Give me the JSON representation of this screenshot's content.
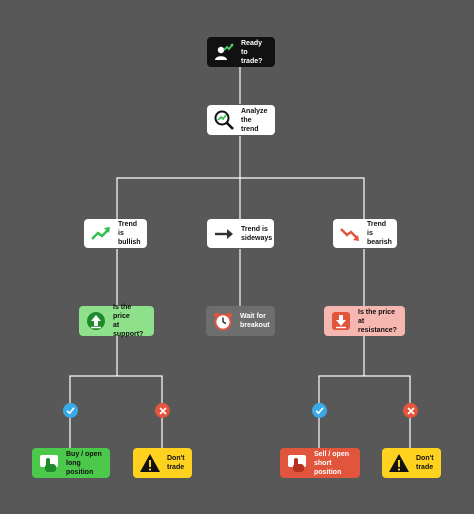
{
  "colors": {
    "background": "#585858",
    "connector": "#ffffff",
    "start_node": "#111111",
    "support_node": "#8fe08a",
    "resistance_node": "#f6b7b0",
    "wait_node": "#6e6e6e",
    "buy_node": "#4cc94a",
    "sell_node": "#e2553d",
    "dont_trade_node": "#ffd21f",
    "yes_marker": "#3aa9e8",
    "no_marker": "#e2553d"
  },
  "nodes": {
    "start": {
      "label": "Ready\nto trade?",
      "icon": "trader-chart-icon"
    },
    "analyze": {
      "label": "Analyze\nthe trend",
      "icon": "magnifier-chart-icon"
    },
    "bullish": {
      "label": "Trend is\nbullish",
      "icon": "trend-up-icon"
    },
    "sideways": {
      "label": "Trend is\nsideways",
      "icon": "arrow-right-icon"
    },
    "bearish": {
      "label": "Trend is\nbearish",
      "icon": "trend-down-icon"
    },
    "support": {
      "label": "Is the price\nat support?",
      "icon": "support-up-icon"
    },
    "wait": {
      "label": "Wait for\nbreakout",
      "icon": "alarm-clock-icon"
    },
    "resistance": {
      "label": "Is the price\nat resistance?",
      "icon": "resistance-down-icon"
    },
    "buy": {
      "label": "Buy / open\nlong position",
      "icon": "hand-click-icon"
    },
    "dont_trade_left": {
      "label": "Don't\ntrade",
      "icon": "warning-icon"
    },
    "sell": {
      "label": "Sell / open\nshort position",
      "icon": "hand-click-icon"
    },
    "dont_trade_right": {
      "label": "Don't\ntrade",
      "icon": "warning-icon"
    }
  },
  "markers": {
    "yes": {
      "icon": "check-icon",
      "meaning": "yes"
    },
    "no": {
      "icon": "cross-icon",
      "meaning": "no"
    }
  }
}
